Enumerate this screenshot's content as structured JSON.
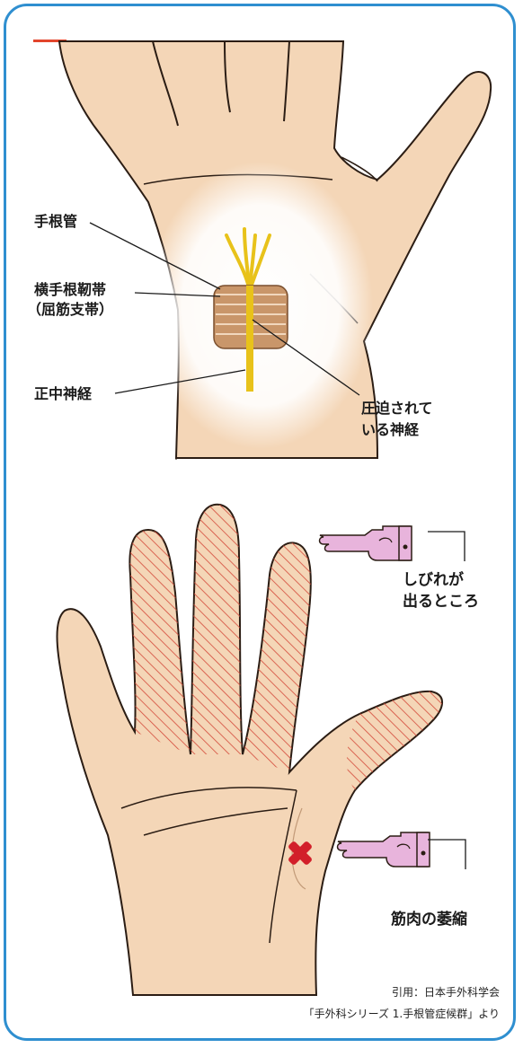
{
  "colors": {
    "frame": "#2f8fd0",
    "skin": "#f4d6b7",
    "skin_outline": "#2b1d14",
    "nerve": "#e8c21a",
    "ligament": "#c9966a",
    "hatch": "#d44a3a",
    "finger_icon": "#e8b4dc",
    "x_mark": "#d21f2a",
    "accent_tick": "#e2452c"
  },
  "top_diagram": {
    "labels": {
      "carpal_tunnel": "手根管",
      "transverse_ligament_line1": "横手根靭帯",
      "transverse_ligament_line2": "（屈筋支帯）",
      "median_nerve": "正中神経",
      "compressed_nerve_line1": "圧迫されて",
      "compressed_nerve_line2": "いる神経"
    }
  },
  "bottom_diagram": {
    "labels": {
      "numbness_line1": "しびれが",
      "numbness_line2": "出るところ",
      "muscle_atrophy": "筋肉の萎縮"
    },
    "icons": [
      "pointing-hand-icon",
      "pointing-hand-icon",
      "x-mark-icon"
    ]
  },
  "credit": {
    "line1": "引用：日本手外科学会",
    "line2": "「手外科シリーズ 1.手根管症候群」より"
  }
}
